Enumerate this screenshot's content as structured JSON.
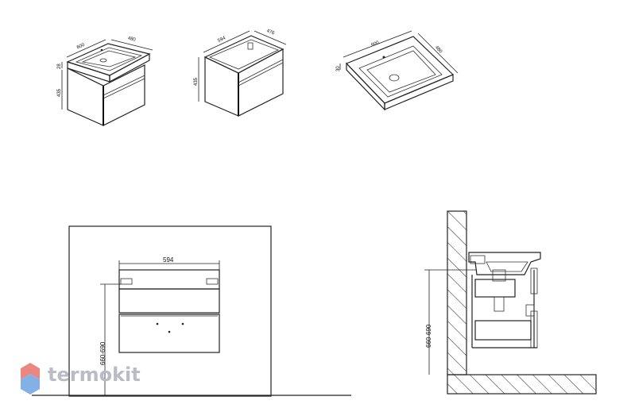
{
  "views": {
    "iso_cabinet_sink": {
      "width": "600",
      "depth": "480",
      "sink_height": "28",
      "cabinet_height": "435"
    },
    "iso_cabinet": {
      "width": "594",
      "depth": "476",
      "height": "435"
    },
    "iso_sink": {
      "width": "600",
      "depth": "480",
      "height": "30"
    },
    "front_view": {
      "width": "594",
      "mount_height": "660-690"
    },
    "side_view": {
      "mount_height": "660-690"
    }
  },
  "brand": {
    "logo_text": "termokit",
    "logo_colors": [
      "#e8716a",
      "#6fa3e0"
    ]
  }
}
